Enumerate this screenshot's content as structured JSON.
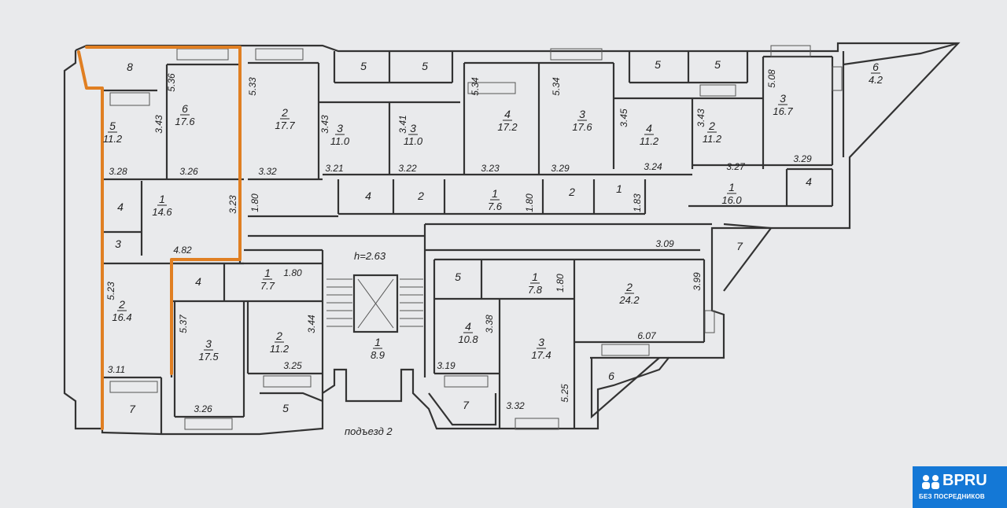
{
  "plan": {
    "entrance_label": "подъезд 2",
    "height_label": "h=2.63",
    "rooms": [
      {
        "n": "8",
        "a": ""
      },
      {
        "n": "5",
        "a": "11.2"
      },
      {
        "n": "6",
        "a": "17.6"
      },
      {
        "n": "4",
        "a": ""
      },
      {
        "n": "1",
        "a": "14.6"
      },
      {
        "n": "3",
        "a": ""
      },
      {
        "n": "2",
        "a": "16.4"
      },
      {
        "n": "7",
        "a": ""
      },
      {
        "n": "2",
        "a": "17.7"
      },
      {
        "n": "4",
        "a": ""
      },
      {
        "n": "1",
        "a": "7.7"
      },
      {
        "n": "3",
        "a": "17.5"
      },
      {
        "n": "2",
        "a": "11.2"
      },
      {
        "n": "5",
        "a": ""
      },
      {
        "n": "3",
        "a": "11.0"
      },
      {
        "n": "4",
        "a": ""
      },
      {
        "n": "5",
        "a": ""
      },
      {
        "n": "3",
        "a": "11.0"
      },
      {
        "n": "2",
        "a": ""
      },
      {
        "n": "5",
        "a": ""
      },
      {
        "n": "1",
        "a": "8.9"
      },
      {
        "n": "4",
        "a": "17.2"
      },
      {
        "n": "1",
        "a": "7.6"
      },
      {
        "n": "3",
        "a": "17.6"
      },
      {
        "n": "2",
        "a": ""
      },
      {
        "n": "1",
        "a": ""
      },
      {
        "n": "5",
        "a": ""
      },
      {
        "n": "4",
        "a": "11.2"
      },
      {
        "n": "5",
        "a": ""
      },
      {
        "n": "2",
        "a": "11.2"
      },
      {
        "n": "3",
        "a": "16.7"
      },
      {
        "n": "1",
        "a": "16.0"
      },
      {
        "n": "4",
        "a": ""
      },
      {
        "n": "6",
        "a": "4.2"
      },
      {
        "n": "7",
        "a": ""
      },
      {
        "n": "5",
        "a": ""
      },
      {
        "n": "1",
        "a": "7.8"
      },
      {
        "n": "4",
        "a": "10.8"
      },
      {
        "n": "3",
        "a": "17.4"
      },
      {
        "n": "7",
        "a": ""
      },
      {
        "n": "2",
        "a": "24.2"
      },
      {
        "n": "6",
        "a": ""
      }
    ],
    "dimensions": [
      "5.36",
      "3.43",
      "3.28",
      "3.26",
      "3.23",
      "4.82",
      "5.23",
      "3.11",
      "5.33",
      "3.32",
      "1.80",
      "5.37",
      "3.26",
      "1.80",
      "3.44",
      "3.25",
      "3.43",
      "3.21",
      "3.41",
      "3.22",
      "5.34",
      "3.23",
      "1.80",
      "5.34",
      "3.29",
      "3.45",
      "3.24",
      "1.83",
      "3.43",
      "3.27",
      "5.08",
      "3.29",
      "3.09",
      "3.38",
      "3.19",
      "1.80",
      "3.99",
      "6.07",
      "3.32",
      "5.25"
    ]
  },
  "badge": {
    "title": "BPRU",
    "subtitle": "БЕЗ ПОСРЕДНИКОВ",
    "color": "#1478d6"
  },
  "highlight_color": "#e07f22"
}
